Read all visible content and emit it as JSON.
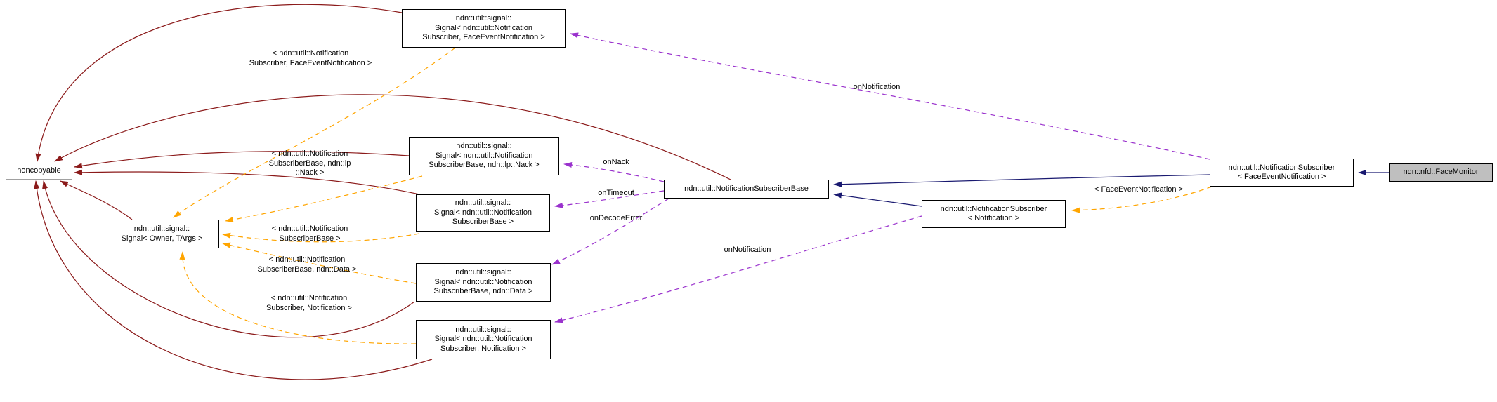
{
  "diagram": {
    "boxes": {
      "noncopyable": {
        "lines": [
          "noncopyable"
        ]
      },
      "signal_owner": {
        "lines": [
          "ndn::util::signal::",
          "Signal< Owner, TArgs >"
        ]
      },
      "signal_fen": {
        "lines": [
          "ndn::util::signal::",
          "Signal< ndn::util::Notification",
          "Subscriber, FaceEventNotification >"
        ]
      },
      "signal_nack": {
        "lines": [
          "ndn::util::signal::",
          "Signal< ndn::util::Notification",
          "SubscriberBase, ndn::lp::Nack >"
        ]
      },
      "signal_base": {
        "lines": [
          "ndn::util::signal::",
          "Signal< ndn::util::Notification",
          "SubscriberBase >"
        ]
      },
      "signal_data": {
        "lines": [
          "ndn::util::signal::",
          "Signal< ndn::util::Notification",
          "SubscriberBase, ndn::Data >"
        ]
      },
      "signal_notif": {
        "lines": [
          "ndn::util::signal::",
          "Signal< ndn::util::Notification",
          "Subscriber, Notification >"
        ]
      },
      "nsb": {
        "lines": [
          "ndn::util::NotificationSubscriberBase"
        ]
      },
      "ns_notif": {
        "lines": [
          "ndn::util::NotificationSubscriber",
          "< Notification >"
        ]
      },
      "ns_fen": {
        "lines": [
          "ndn::util::NotificationSubscriber",
          "< FaceEventNotification >"
        ]
      },
      "face_monitor": {
        "lines": [
          "ndn::nfd::FaceMonitor"
        ]
      }
    },
    "edge_labels": {
      "tmpl_fen": {
        "lines": [
          "< ndn::util::Notification",
          "Subscriber, FaceEventNotification >"
        ]
      },
      "tmpl_nack": {
        "lines": [
          "< ndn::util::Notification",
          "SubscriberBase, ndn::lp",
          "::Nack >"
        ]
      },
      "tmpl_base": {
        "lines": [
          "< ndn::util::Notification",
          "SubscriberBase >"
        ]
      },
      "tmpl_data": {
        "lines": [
          "< ndn::util::Notification",
          "SubscriberBase, ndn::Data >"
        ]
      },
      "tmpl_notif": {
        "lines": [
          "< ndn::util::Notification",
          "Subscriber, Notification >"
        ]
      },
      "tmpl_fen_inst": {
        "lines": [
          "< FaceEventNotification >"
        ]
      },
      "on_notification_top": {
        "lines": [
          "onNotification"
        ]
      },
      "on_nack": {
        "lines": [
          "onNack"
        ]
      },
      "on_timeout": {
        "lines": [
          "onTimeout"
        ]
      },
      "on_decode_error": {
        "lines": [
          "onDecodeError"
        ]
      },
      "on_notification_mid": {
        "lines": [
          "onNotification"
        ]
      }
    }
  },
  "colors": {
    "edge-private": "#8B1A1A",
    "edge-public": "#191970",
    "edge-usage": "#9A32CD",
    "edge-template": "#FFA500",
    "node-fill": "#FFFFFF",
    "node-border": "#000000",
    "node-highlight-fill": "#BFBFBF",
    "external-border": "#A0A0A0"
  }
}
